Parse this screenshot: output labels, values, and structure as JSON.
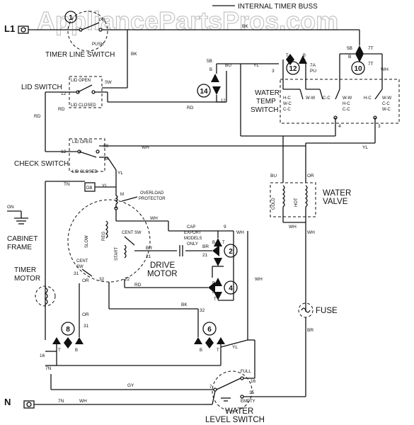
{
  "watermark": "AppliancePartsPros.com",
  "header": {
    "internal_timer_buss": "INTERNAL TIMER BUSS"
  },
  "supply": {
    "l1": "L1",
    "n": "N"
  },
  "components": {
    "timer_line_switch": "TIMER LINE SWITCH",
    "lid_switch": "LID SWITCH",
    "check_switch": "CHECK SWITCH",
    "cabinet_frame_line1": "CABINET",
    "cabinet_frame_line2": "FRAME",
    "timer_motor_line1": "TIMER",
    "timer_motor_line2": "MOTOR",
    "water_temp_switch_line1": "WATER",
    "water_temp_switch_line2": "TEMP",
    "water_temp_switch_line3": "SWITCH",
    "water_valve_line1": "WATER",
    "water_valve_line2": "VALVE",
    "drive_motor_line1": "DRIVE",
    "drive_motor_line2": "MOTOR",
    "fuse": "FUSE",
    "water_level_switch_line1": "WATER",
    "water_level_switch_line2": "LEVEL SWITCH",
    "overload_protector_line1": "OVERLOAD",
    "overload_protector_line2": "PROTECTOR",
    "cap_line1": "CAP",
    "cap_line2": "EXPORT",
    "cap_line3": "MODELS",
    "cap_line4": "ONLY"
  },
  "small_labels": {
    "pu": "PU",
    "push": "PUSH",
    "lid_open": "LID OPEN",
    "lid_closed": "LID CLOSED",
    "sw": "SW",
    "m": "M",
    "cold": "COLD",
    "hot": "HOT",
    "slow": "SLOW",
    "reg": "REG",
    "cent_sw": "CENT SW",
    "cent": "CENT",
    "start": "START",
    "full": "FULL",
    "empty": "EMPTY",
    "wc": "W-C",
    "cc": "C-C",
    "ww": "W-W",
    "hc": "H-C",
    "t": "T",
    "b": "B",
    "m_ground": "M",
    "db": "DB"
  },
  "wires": {
    "bk": "BK",
    "yl": "YL",
    "bu": "BU",
    "rd": "RD",
    "wh": "WH",
    "or": "OR",
    "br": "BR",
    "gy": "GY",
    "tn": "TN",
    "gn": "GN",
    "pu": "PU"
  },
  "timer_cams": [
    "1",
    "14",
    "12",
    "10",
    "2",
    "4",
    "8",
    "6"
  ],
  "terminals": {
    "t12": "12",
    "t30": "30",
    "t5b": "5B",
    "t3": "3",
    "t7a": "7A",
    "t7t": "7T",
    "t9": "9",
    "t21": "21",
    "t22": "22",
    "t31": "31",
    "t32": "32",
    "t16": "16",
    "t7n": "7N",
    "t7": "7",
    "t15": "15",
    "t8": "8",
    "t4": "4",
    "t1": "1"
  }
}
